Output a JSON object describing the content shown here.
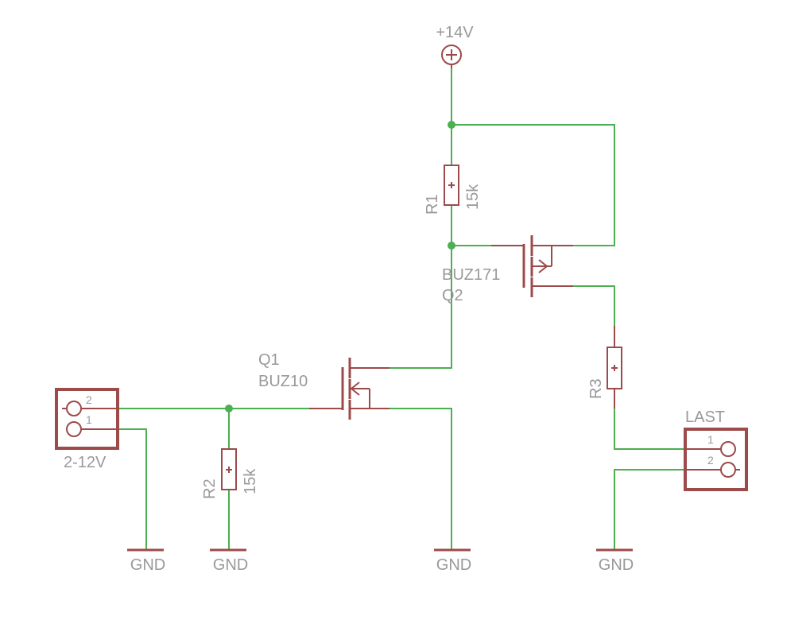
{
  "power": {
    "supply_label": "+14V"
  },
  "resistors": {
    "r1": {
      "name": "R1",
      "value": "15k"
    },
    "r2": {
      "name": "R2",
      "value": "15k"
    },
    "r3": {
      "name": "R3"
    }
  },
  "transistors": {
    "q1": {
      "name": "Q1",
      "part": "BUZ10"
    },
    "q2": {
      "name": "Q2",
      "part": "BUZ171"
    }
  },
  "connectors": {
    "input": {
      "label": "2-12V",
      "pin_top": "2",
      "pin_bottom": "1"
    },
    "load": {
      "label": "LAST",
      "pin_top": "1",
      "pin_bottom": "2"
    }
  },
  "ground": {
    "label": "GND"
  },
  "colors": {
    "wire": "#4caf50",
    "component": "#9c4a4a",
    "text": "#999999"
  }
}
